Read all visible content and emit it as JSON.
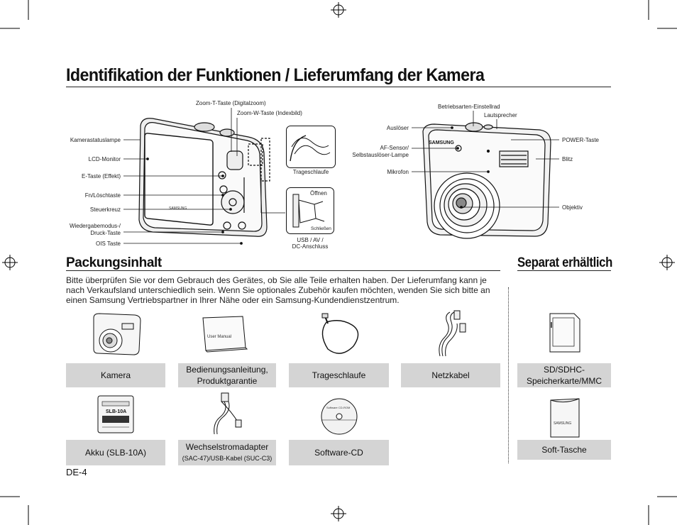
{
  "page": {
    "title": "Identifikation der Funktionen / Lieferumfang der Kamera",
    "page_number": "DE-4"
  },
  "back_labels": {
    "zoom_t": "Zoom-T-Taste (Digitalzoom)",
    "zoom_w": "Zoom-W-Taste (Indexbild)",
    "status_lamp": "Kamerastatuslampe",
    "lcd": "LCD-Monitor",
    "e_key": "E-Taste (Effekt)",
    "fn": "Fn/Löschtaste",
    "control": "Steuerkreuz",
    "playback_line1": "Wiedergabemodus-/",
    "playback_line2": "Druck-Taste",
    "ois": "OIS Taste",
    "strap": "Trageschlaufe",
    "open": "Öffnen",
    "close": "Schließen",
    "usb_line1": "USB / AV /",
    "usb_line2": "DC-Anschluss"
  },
  "front_labels": {
    "mode_dial": "Betriebsarten-Einstellrad",
    "speaker": "Lautsprecher",
    "shutter": "Auslöser",
    "power": "POWER-Taste",
    "af_line1": "AF-Sensor/",
    "af_line2": "Selbstauslöser-Lampe",
    "flash": "Blitz",
    "mic": "Mikrofon",
    "lens": "Objektiv",
    "brand": "SAMSUNG"
  },
  "package": {
    "heading": "Packungsinhalt",
    "intro": "Bitte überprüfen Sie vor dem Gebrauch des Gerätes, ob Sie alle Teile erhalten haben. Der Lieferumfang kann je nach Verkaufsland unterschiedlich sein. Wenn Sie optionales Zubehör kaufen möchten, wenden Sie sich bitte an einen Samsung Vertriebspartner in Ihrer Nähe oder ein Samsung-Kundendienstzentrum.",
    "items": {
      "camera": "Kamera",
      "manual_line1": "Bedienungsanleitung,",
      "manual_line2": "Produktgarantie",
      "manual_cover": "User Manual",
      "strap": "Trageschlaufe",
      "cable": "Netzkabel",
      "battery": "Akku (SLB-10A)",
      "battery_print": "SLB-10A",
      "adapter_line1": "Wechselstromadapter",
      "adapter_line2": "(SAC-47)/USB-Kabel (SUC-C3)",
      "cd": "Software-CD",
      "cd_print": "Software CD-ROM"
    }
  },
  "optional": {
    "heading": "Separat erhältlich",
    "card_line1": "SD/SDHC-",
    "card_line2": "Speicherkarte/MMC",
    "case": "Soft-Tasche",
    "case_print": "SAMSUNG"
  }
}
